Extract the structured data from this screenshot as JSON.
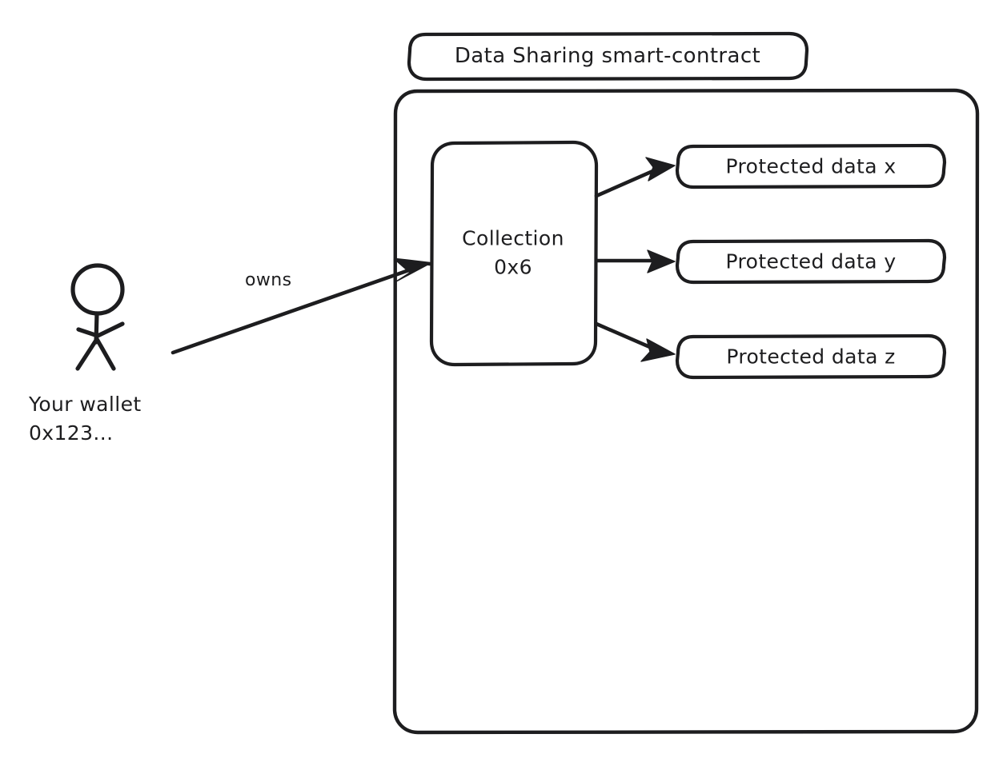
{
  "diagram": {
    "title": "Data Sharing smart-contract",
    "actor": {
      "icon": "stick-figure-person",
      "label_line1": "Your wallet",
      "label_line2": "0x123..."
    },
    "relation": {
      "label": "owns"
    },
    "collection": {
      "label_line1": "Collection",
      "label_line2": "0x6"
    },
    "protected_data": [
      {
        "label": "Protected data x"
      },
      {
        "label": "Protected data y"
      },
      {
        "label": "Protected data z"
      }
    ],
    "colors": {
      "ink": "#1d1d1f",
      "background": "#ffffff"
    }
  }
}
